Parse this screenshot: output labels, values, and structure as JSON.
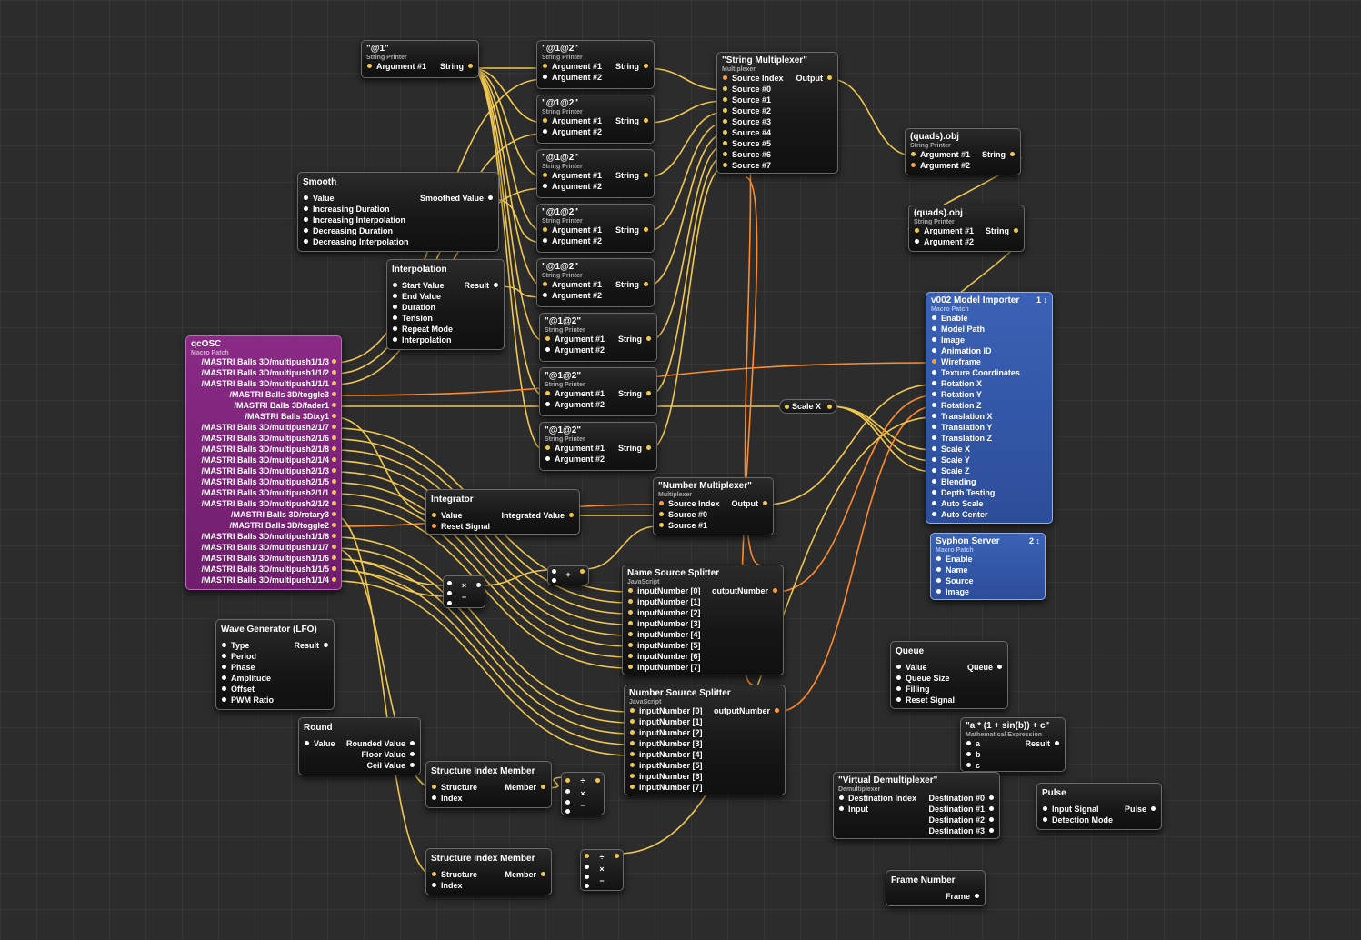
{
  "nodes": {
    "at1": {
      "title": "\"@1\"",
      "sub": "String Printer",
      "in": [
        "Argument #1"
      ],
      "out": "String"
    },
    "sp1": {
      "title": "\"@1@2\"",
      "sub": "String Printer",
      "in": [
        "Argument #1",
        "Argument #2"
      ],
      "out": "String"
    },
    "sp2": {
      "title": "\"@1@2\"",
      "sub": "String Printer",
      "in": [
        "Argument #1",
        "Argument #2"
      ],
      "out": "String"
    },
    "sp3": {
      "title": "\"@1@2\"",
      "sub": "String Printer",
      "in": [
        "Argument #1",
        "Argument #2"
      ],
      "out": "String"
    },
    "sp4": {
      "title": "\"@1@2\"",
      "sub": "String Printer",
      "in": [
        "Argument #1",
        "Argument #2"
      ],
      "out": "String"
    },
    "sp5": {
      "title": "\"@1@2\"",
      "sub": "String Printer",
      "in": [
        "Argument #1",
        "Argument #2"
      ],
      "out": "String"
    },
    "sp6": {
      "title": "\"@1@2\"",
      "sub": "String Printer",
      "in": [
        "Argument #1",
        "Argument #2"
      ],
      "out": "String"
    },
    "sp7": {
      "title": "\"@1@2\"",
      "sub": "String Printer",
      "in": [
        "Argument #1",
        "Argument #2"
      ],
      "out": "String"
    },
    "sp8": {
      "title": "\"@1@2\"",
      "sub": "String Printer",
      "in": [
        "Argument #1",
        "Argument #2"
      ],
      "out": "String"
    },
    "smux": {
      "title": "\"String Multiplexer\"",
      "sub": "Multiplexer",
      "in": [
        "Source Index",
        "Source #0",
        "Source #1",
        "Source #2",
        "Source #3",
        "Source #4",
        "Source #5",
        "Source #6",
        "Source #7"
      ],
      "out": "Output"
    },
    "quads1": {
      "title": "(quads).obj",
      "sub": "String Printer",
      "in": [
        "Argument #1",
        "Argument #2"
      ],
      "out": "String"
    },
    "quads2": {
      "title": "(quads).obj",
      "sub": "String Printer",
      "in": [
        "Argument #1",
        "Argument #2"
      ],
      "out": "String"
    },
    "smooth": {
      "title": "Smooth",
      "sub": "",
      "in": [
        "Value",
        "Increasing Duration",
        "Increasing Interpolation",
        "Decreasing Duration",
        "Decreasing Interpolation"
      ],
      "out": "Smoothed Value"
    },
    "interp": {
      "title": "Interpolation",
      "sub": "",
      "in": [
        "Start Value",
        "End Value",
        "Duration",
        "Tension",
        "Repeat Mode",
        "Interpolation"
      ],
      "out": "Result"
    },
    "qcosc": {
      "title": "qcOSC",
      "sub": "Macro Patch",
      "outs": [
        "/MASTRI Balls 3D/multipush1/1/3",
        "/MASTRI Balls 3D/multipush1/1/2",
        "/MASTRI Balls 3D/multipush1/1/1",
        "/MASTRI Balls 3D/toggle3",
        "/MASTRI Balls 3D/fader1",
        "/MASTRI Balls 3D/xy1",
        "/MASTRI Balls 3D/multipush2/1/7",
        "/MASTRI Balls 3D/multipush2/1/6",
        "/MASTRI Balls 3D/multipush2/1/8",
        "/MASTRI Balls 3D/multipush2/1/4",
        "/MASTRI Balls 3D/multipush2/1/3",
        "/MASTRI Balls 3D/multipush2/1/5",
        "/MASTRI Balls 3D/multipush2/1/1",
        "/MASTRI Balls 3D/multipush2/1/2",
        "/MASTRI Balls 3D/rotary3",
        "/MASTRI Balls 3D/toggle2",
        "/MASTRI Balls 3D/multipush1/1/8",
        "/MASTRI Balls 3D/multipush1/1/7",
        "/MASTRI Balls 3D/multipush1/1/6",
        "/MASTRI Balls 3D/multipush1/1/5",
        "/MASTRI Balls 3D/multipush1/1/4"
      ]
    },
    "model": {
      "title": "v002 Model Importer",
      "sub": "Macro Patch",
      "badge": "1 ↕",
      "in": [
        "Enable",
        "Model Path",
        "Image",
        "Animation ID",
        "Wireframe",
        "Texture Coordinates",
        "Rotation X",
        "Rotation Y",
        "Rotation Z",
        "Translation X",
        "Translation Y",
        "Translation Z",
        "Scale X",
        "Scale Y",
        "Scale Z",
        "Blending",
        "Depth Testing",
        "Auto Scale",
        "Auto Center"
      ]
    },
    "syphon": {
      "title": "Syphon Server",
      "sub": "Macro Patch",
      "badge": "2 ↕",
      "in": [
        "Enable",
        "Name",
        "Source",
        "Image"
      ]
    },
    "integ": {
      "title": "Integrator",
      "sub": "",
      "in": [
        "Value",
        "Reset Signal"
      ],
      "out": "Integrated Value"
    },
    "nmux": {
      "title": "\"Number Multiplexer\"",
      "sub": "Multiplexer",
      "in": [
        "Source Index",
        "Source #0",
        "Source #1"
      ],
      "out": "Output"
    },
    "namesplit": {
      "title": "Name Source Splitter",
      "sub": "JavaScript",
      "in": [
        "inputNumber [0]",
        "inputNumber [1]",
        "inputNumber [2]",
        "inputNumber [3]",
        "inputNumber [4]",
        "inputNumber [5]",
        "inputNumber [6]",
        "inputNumber [7]"
      ],
      "out": "outputNumber"
    },
    "numsplit": {
      "title": "Number Source Splitter",
      "sub": "JavaScript",
      "in": [
        "inputNumber [0]",
        "inputNumber [1]",
        "inputNumber [2]",
        "inputNumber [3]",
        "inputNumber [4]",
        "inputNumber [5]",
        "inputNumber [6]",
        "inputNumber [7]"
      ],
      "out": "outputNumber"
    },
    "wave": {
      "title": "Wave Generator (LFO)",
      "sub": "",
      "in": [
        "Type",
        "Period",
        "Phase",
        "Amplitude",
        "Offset",
        "PWM Ratio"
      ],
      "out": "Result"
    },
    "round": {
      "title": "Round",
      "sub": "",
      "in": [
        "Value"
      ],
      "outs": [
        "Rounded Value",
        "Floor Value",
        "Ceil Value"
      ]
    },
    "sim1": {
      "title": "Structure Index Member",
      "sub": "",
      "in": [
        "Structure",
        "Index"
      ],
      "out": "Member"
    },
    "sim2": {
      "title": "Structure Index Member",
      "sub": "",
      "in": [
        "Structure",
        "Index"
      ],
      "out": "Member"
    },
    "queue": {
      "title": "Queue",
      "sub": "",
      "in": [
        "Value",
        "Queue Size",
        "Filling",
        "Reset Signal"
      ],
      "out": "Queue"
    },
    "mathexp": {
      "title": "\"a * (1 + sin(b)) + c\"",
      "sub": "Mathematical Expression",
      "in": [
        "a",
        "b",
        "c"
      ],
      "out": "Result"
    },
    "vdemux": {
      "title": "\"Virtual Demultiplexer\"",
      "sub": "Demultiplexer",
      "in": [
        "Destination Index",
        "Input"
      ],
      "outs": [
        "Destination #0",
        "Destination #1",
        "Destination #2",
        "Destination #3"
      ]
    },
    "pulse": {
      "title": "Pulse",
      "sub": "",
      "in": [
        "Input Signal",
        "Detection Mode"
      ],
      "out": "Pulse"
    },
    "frame": {
      "title": "Frame Number",
      "sub": "",
      "out": "Frame"
    }
  },
  "scalex": {
    "label": "Scale X"
  },
  "ops": {
    "plus": "+",
    "times": "×",
    "minus": "−",
    "divide": "÷"
  }
}
